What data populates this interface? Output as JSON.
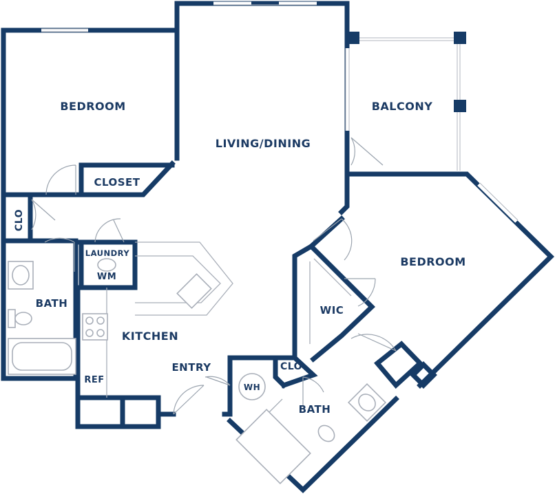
{
  "rooms": {
    "bedroom_1": "BEDROOM",
    "closet": "CLOSET",
    "living_dining": "LIVING/DINING",
    "balcony": "BALCONY",
    "clo_1": "CLO",
    "laundry": "LAUNDRY",
    "wm": "WM",
    "bath_1": "BATH",
    "kitchen": "KITCHEN",
    "ref": "REF",
    "entry": "ENTRY",
    "wh": "WH",
    "clo_2": "CLO",
    "bath_2": "BATH",
    "wic": "WIC",
    "bedroom_2": "BEDROOM"
  },
  "colors": {
    "wall": "#163b66",
    "label": "#1b3a63",
    "fixture": "#a8aeb8",
    "background": "#ffffff"
  }
}
